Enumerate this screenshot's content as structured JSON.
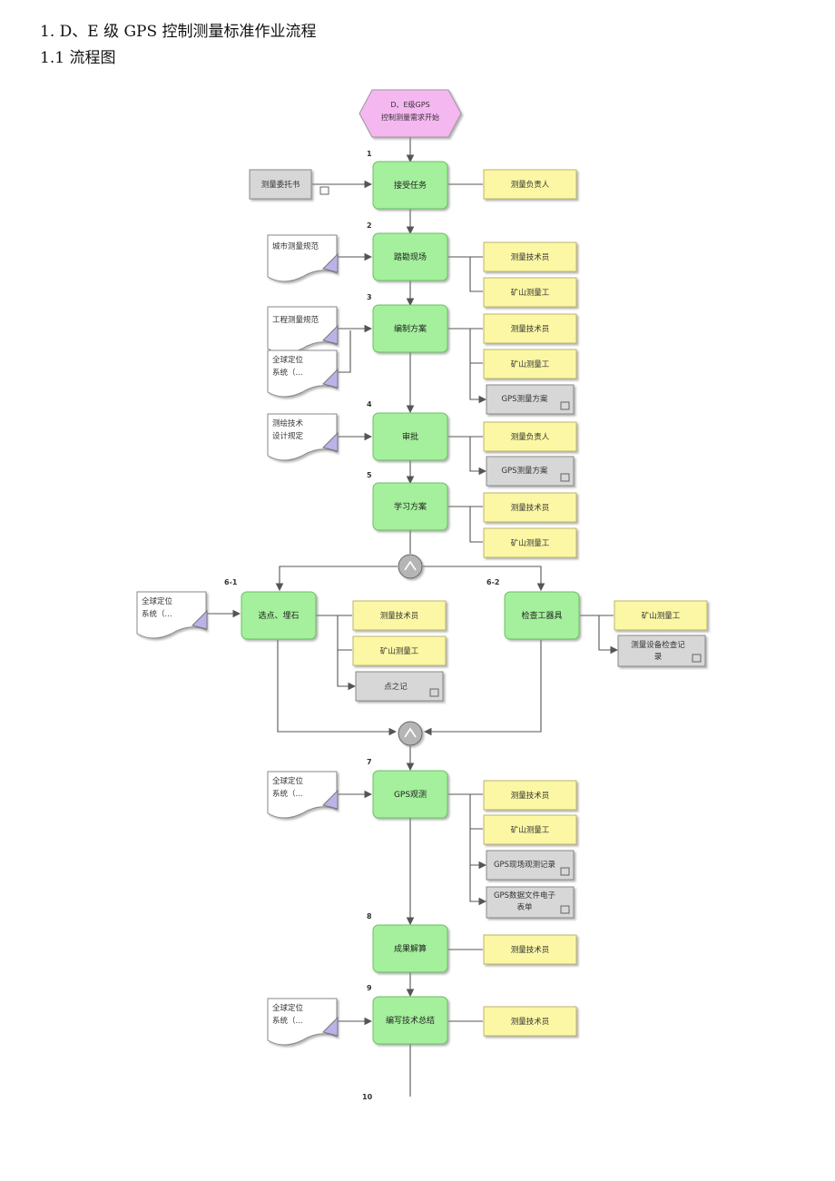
{
  "document": {
    "heading1": "1. D、E 级 GPS 控制测量标准作业流程",
    "heading2": "1.1 流程图"
  },
  "colors": {
    "start": "#f5b7f0",
    "process": "#a4f09c",
    "role": "#fbf7a4",
    "record": "#d7d7d7",
    "doc": "#ffffff",
    "gate": "#b5b5b5",
    "line": "#555555"
  },
  "flow": {
    "start": {
      "line1": "D、E级GPS",
      "line2": "控制测量需求开始"
    },
    "steps": [
      {
        "num": "1",
        "label": "接受任务"
      },
      {
        "num": "2",
        "label": "踏勘现场"
      },
      {
        "num": "3",
        "label": "编制方案"
      },
      {
        "num": "4",
        "label": "审批"
      },
      {
        "num": "5",
        "label": "学习方案"
      },
      {
        "num": "6-1",
        "label": "选点、埋石"
      },
      {
        "num": "6-2",
        "label": "检查工器具"
      },
      {
        "num": "7",
        "label": "GPS观测"
      },
      {
        "num": "8",
        "label": "成果解算"
      },
      {
        "num": "9",
        "label": "编写技术总结"
      },
      {
        "num": "10",
        "label": ""
      }
    ],
    "inputs": [
      {
        "line1": "测量委托书",
        "line2": ""
      },
      {
        "line1": "城市测量规范",
        "line2": ""
      },
      {
        "line1": "工程测量规范",
        "line2": ""
      },
      {
        "line1": "全球定位",
        "line2": "系统（..."
      },
      {
        "line1": "测绘技术",
        "line2": "设计规定"
      },
      {
        "line1": "全球定位",
        "line2": "系统（..."
      },
      {
        "line1": "全球定位",
        "line2": "系统（..."
      },
      {
        "line1": "全球定位",
        "line2": "系统（..."
      }
    ],
    "roles": [
      "测量负责人",
      "测量技术员",
      "矿山测量工",
      "测量技术员",
      "矿山测量工",
      "测量负责人",
      "测量技术员",
      "矿山测量工",
      "测量技术员",
      "矿山测量工",
      "矿山测量工",
      "测量技术员",
      "矿山测量工",
      "测量技术员",
      "测量技术员"
    ],
    "records": [
      {
        "line1": "GPS测量方案",
        "line2": ""
      },
      {
        "line1": "GPS测量方案",
        "line2": ""
      },
      {
        "line1": "点之记",
        "line2": ""
      },
      {
        "line1": "测量设备检查记",
        "line2": "录"
      },
      {
        "line1": "GPS现场观测记录",
        "line2": ""
      },
      {
        "line1": "GPS数据文件电子",
        "line2": "表单"
      }
    ]
  }
}
